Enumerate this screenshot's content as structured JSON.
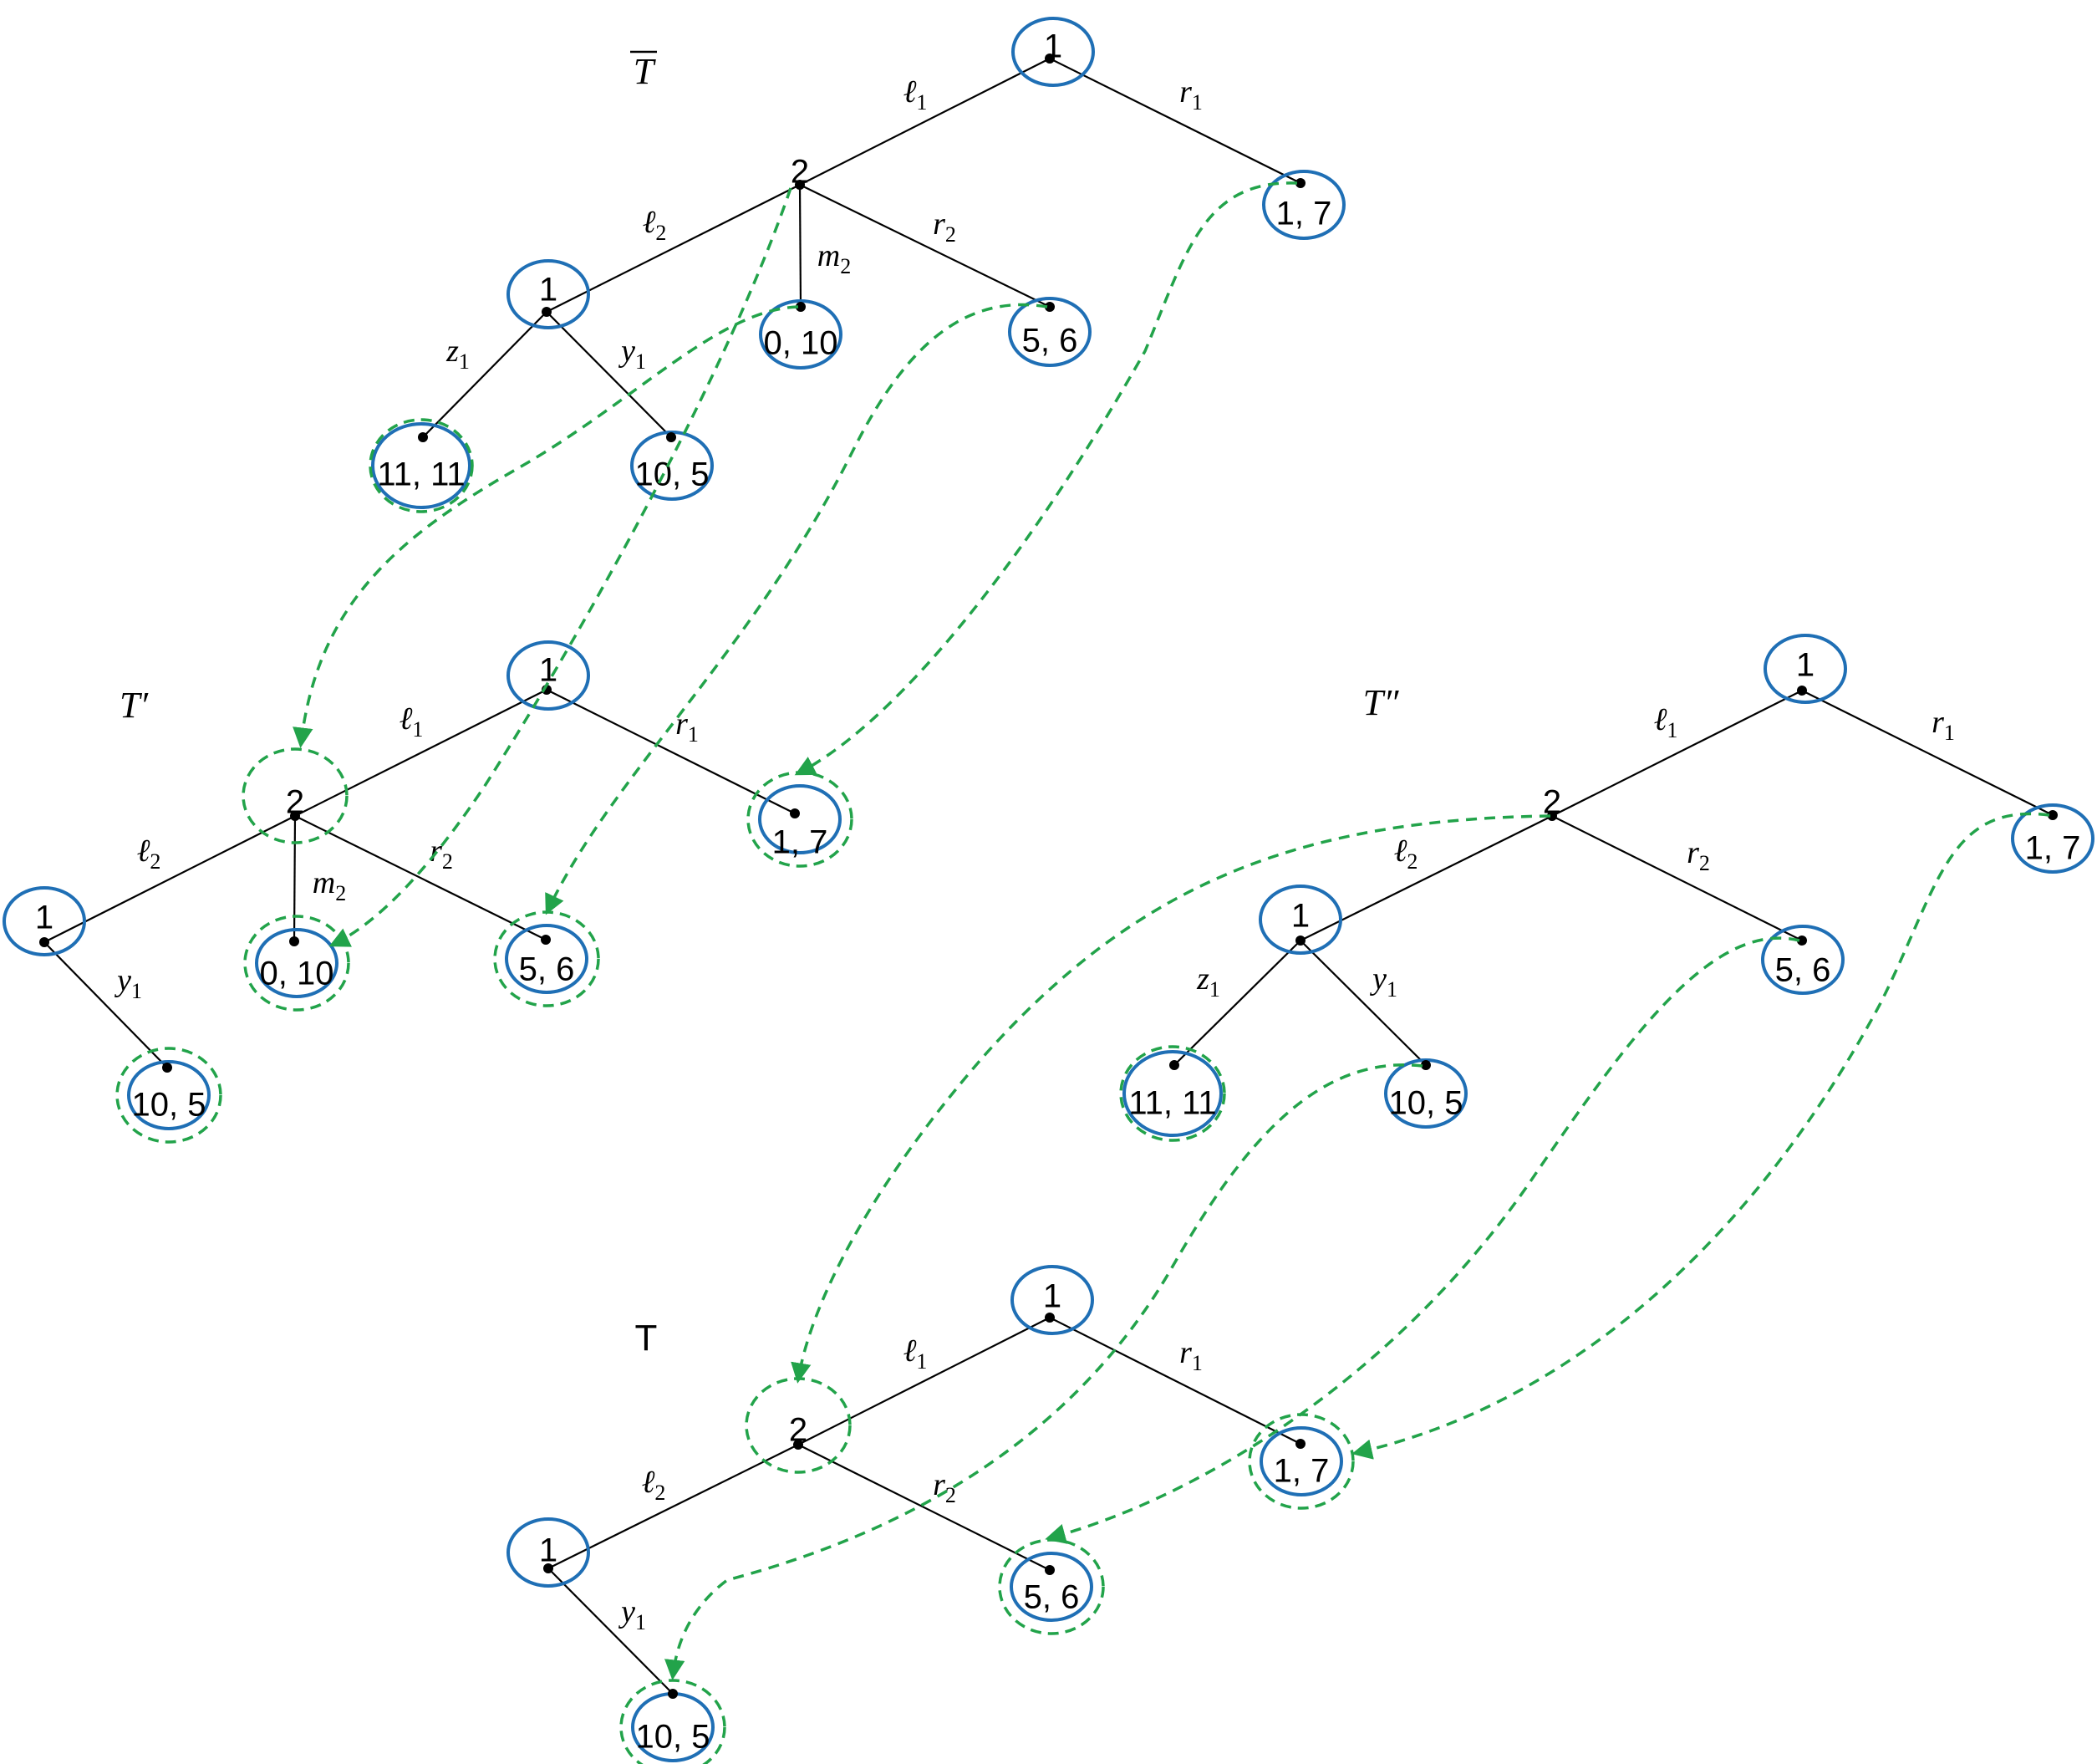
{
  "colors": {
    "node_outline": "#1f6fb5",
    "highlight": "#22a34a",
    "edge": "#000000"
  },
  "trees": [
    {
      "id": "tbar",
      "title": {
        "text": "T",
        "overline": true,
        "prime": ""
      },
      "nodes": [
        {
          "id": "root",
          "label": "1"
        },
        {
          "id": "n2",
          "label": "2"
        },
        {
          "id": "n1b",
          "label": "1"
        },
        {
          "id": "leaf-1-7",
          "label": "1, 7"
        },
        {
          "id": "leaf-0-10",
          "label": "0, 10"
        },
        {
          "id": "leaf-5-6",
          "label": "5, 6"
        },
        {
          "id": "leaf-11-11",
          "label": "11, 11"
        },
        {
          "id": "leaf-10-5",
          "label": "10, 5"
        }
      ],
      "edges": [
        {
          "from": "root",
          "to": "n2",
          "label": {
            "main": "ℓ",
            "sub": "1"
          }
        },
        {
          "from": "root",
          "to": "leaf-1-7",
          "label": {
            "main": "r",
            "sub": "1"
          }
        },
        {
          "from": "n2",
          "to": "n1b",
          "label": {
            "main": "ℓ",
            "sub": "2"
          }
        },
        {
          "from": "n2",
          "to": "leaf-0-10",
          "label": {
            "main": "m",
            "sub": "2"
          }
        },
        {
          "from": "n2",
          "to": "leaf-5-6",
          "label": {
            "main": "r",
            "sub": "2"
          }
        },
        {
          "from": "n1b",
          "to": "leaf-11-11",
          "label": {
            "main": "z",
            "sub": "1"
          }
        },
        {
          "from": "n1b",
          "to": "leaf-10-5",
          "label": {
            "main": "y",
            "sub": "1"
          }
        }
      ]
    },
    {
      "id": "tprime",
      "title": {
        "text": "T",
        "overline": false,
        "prime": "′"
      },
      "nodes": [
        {
          "id": "root",
          "label": "1"
        },
        {
          "id": "n2",
          "label": "2"
        },
        {
          "id": "n1b",
          "label": "1"
        },
        {
          "id": "leaf-1-7",
          "label": "1, 7"
        },
        {
          "id": "leaf-0-10",
          "label": "0, 10"
        },
        {
          "id": "leaf-5-6",
          "label": "5, 6"
        },
        {
          "id": "leaf-10-5",
          "label": "10, 5"
        }
      ],
      "edges": [
        {
          "from": "root",
          "to": "n2",
          "label": {
            "main": "ℓ",
            "sub": "1"
          }
        },
        {
          "from": "root",
          "to": "leaf-1-7",
          "label": {
            "main": "r",
            "sub": "1"
          }
        },
        {
          "from": "n2",
          "to": "n1b",
          "label": {
            "main": "ℓ",
            "sub": "2"
          }
        },
        {
          "from": "n2",
          "to": "leaf-0-10",
          "label": {
            "main": "m",
            "sub": "2"
          }
        },
        {
          "from": "n2",
          "to": "leaf-5-6",
          "label": {
            "main": "r",
            "sub": "2"
          }
        },
        {
          "from": "n1b",
          "to": "leaf-10-5",
          "label": {
            "main": "y",
            "sub": "1"
          }
        }
      ]
    },
    {
      "id": "tdprime",
      "title": {
        "text": "T",
        "overline": false,
        "prime": "″"
      },
      "nodes": [
        {
          "id": "root",
          "label": "1"
        },
        {
          "id": "n2",
          "label": "2"
        },
        {
          "id": "n1b",
          "label": "1"
        },
        {
          "id": "leaf-1-7",
          "label": "1, 7"
        },
        {
          "id": "leaf-5-6",
          "label": "5, 6"
        },
        {
          "id": "leaf-11-11",
          "label": "11, 11"
        },
        {
          "id": "leaf-10-5",
          "label": "10, 5"
        }
      ],
      "edges": [
        {
          "from": "root",
          "to": "n2",
          "label": {
            "main": "ℓ",
            "sub": "1"
          }
        },
        {
          "from": "root",
          "to": "leaf-1-7",
          "label": {
            "main": "r",
            "sub": "1"
          }
        },
        {
          "from": "n2",
          "to": "n1b",
          "label": {
            "main": "ℓ",
            "sub": "2"
          }
        },
        {
          "from": "n2",
          "to": "leaf-5-6",
          "label": {
            "main": "r",
            "sub": "2"
          }
        },
        {
          "from": "n1b",
          "to": "leaf-11-11",
          "label": {
            "main": "z",
            "sub": "1"
          }
        },
        {
          "from": "n1b",
          "to": "leaf-10-5",
          "label": {
            "main": "y",
            "sub": "1"
          }
        }
      ]
    },
    {
      "id": "tfinal",
      "title": {
        "text": "T",
        "overline": false,
        "prime": ""
      },
      "nodes": [
        {
          "id": "root",
          "label": "1"
        },
        {
          "id": "n2",
          "label": "2"
        },
        {
          "id": "n1b",
          "label": "1"
        },
        {
          "id": "leaf-1-7",
          "label": "1, 7"
        },
        {
          "id": "leaf-5-6",
          "label": "5, 6"
        },
        {
          "id": "leaf-10-5",
          "label": "10, 5"
        }
      ],
      "edges": [
        {
          "from": "root",
          "to": "n2",
          "label": {
            "main": "ℓ",
            "sub": "1"
          }
        },
        {
          "from": "root",
          "to": "leaf-1-7",
          "label": {
            "main": "r",
            "sub": "1"
          }
        },
        {
          "from": "n2",
          "to": "n1b",
          "label": {
            "main": "ℓ",
            "sub": "2"
          }
        },
        {
          "from": "n2",
          "to": "leaf-5-6",
          "label": {
            "main": "r",
            "sub": "2"
          }
        },
        {
          "from": "n1b",
          "to": "leaf-10-5",
          "label": {
            "main": "y",
            "sub": "1"
          }
        }
      ]
    }
  ],
  "highlighted_nodes": [
    "tbar.leaf-11-11",
    "tprime.n2",
    "tprime.leaf-1-7",
    "tprime.leaf-0-10",
    "tprime.leaf-5-6",
    "tprime.leaf-10-5",
    "tdprime.leaf-11-11",
    "tfinal.n2",
    "tfinal.leaf-1-7",
    "tfinal.leaf-5-6",
    "tfinal.leaf-10-5"
  ],
  "mappings": [
    {
      "from": "tbar.leaf-0-10",
      "to": "tprime.n2"
    },
    {
      "from": "tbar.n2",
      "to": "tprime.leaf-0-10"
    },
    {
      "from": "tbar.leaf-5-6",
      "to": "tprime.leaf-5-6"
    },
    {
      "from": "tbar.leaf-1-7",
      "to": "tprime.leaf-1-7"
    },
    {
      "from": "tdprime.n2",
      "to": "tfinal.n2"
    },
    {
      "from": "tdprime.leaf-5-6",
      "to": "tfinal.leaf-5-6"
    },
    {
      "from": "tdprime.leaf-10-5",
      "to": "tfinal.leaf-10-5"
    },
    {
      "from": "tdprime.leaf-1-7",
      "to": "tfinal.leaf-1-7"
    }
  ]
}
